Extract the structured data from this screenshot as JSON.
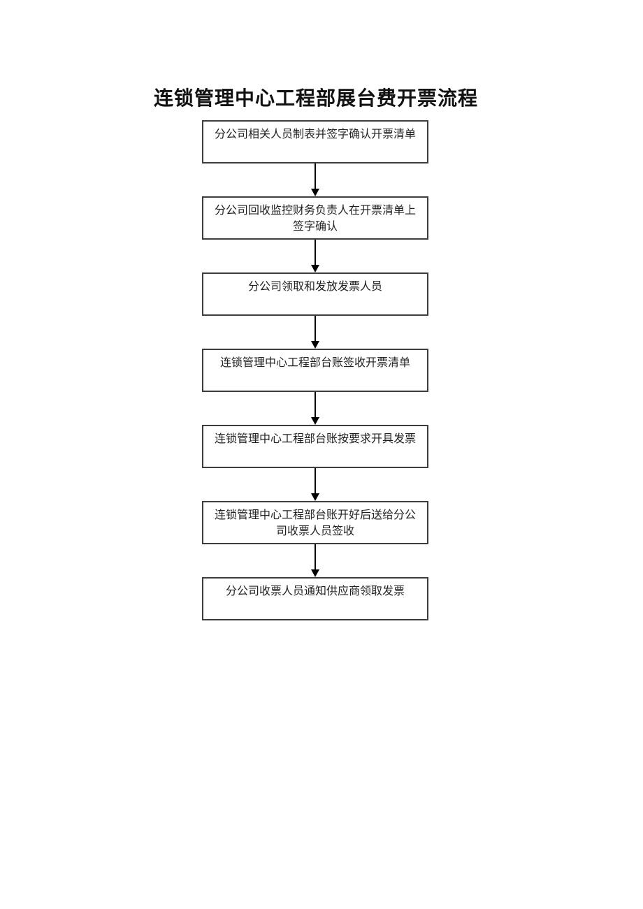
{
  "document": {
    "title": "连锁管理中心工程部展台费开票流程"
  },
  "flowchart": {
    "connector_style": "arrow-down",
    "steps": [
      {
        "label": "分公司相关人员制表并签字确认开票清单"
      },
      {
        "label": "分公司回收监控财务负责人在开票清单上签字确认"
      },
      {
        "label": "分公司领取和发放发票人员"
      },
      {
        "label": "连锁管理中心工程部台账签收开票清单"
      },
      {
        "label": "连锁管理中心工程部台账按要求开具发票"
      },
      {
        "label": "连锁管理中心工程部台账开好后送给分公司收票人员签收"
      },
      {
        "label": "分公司收票人员通知供应商领取发票"
      }
    ],
    "colors": {
      "background": "#ffffff",
      "border": "#3d3d3d",
      "text": "#1f1f1f",
      "arrow": "#000000"
    }
  }
}
